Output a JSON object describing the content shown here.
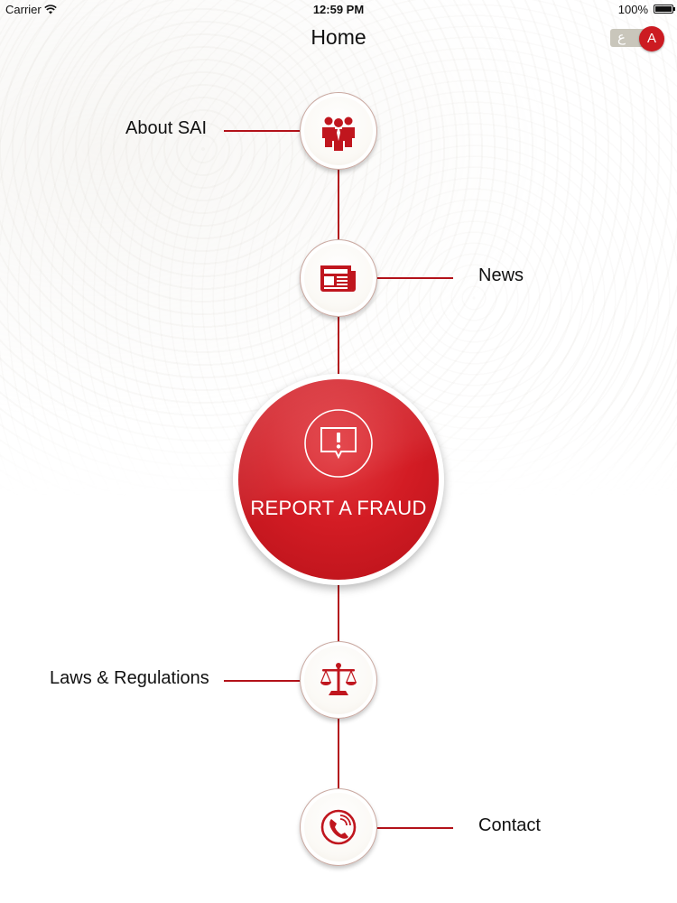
{
  "status_bar": {
    "carrier": "Carrier",
    "time": "12:59 PM",
    "battery": "100%"
  },
  "header": {
    "title": "Home",
    "language_toggle": {
      "left_label": "ع",
      "selected_label": "A"
    }
  },
  "menu": {
    "about": {
      "label": "About SAI",
      "icon": "people-icon"
    },
    "news": {
      "label": "News",
      "icon": "newspaper-icon"
    },
    "report": {
      "label": "REPORT A FRAUD",
      "icon": "alert-speech-bubble-icon"
    },
    "laws": {
      "label": "Laws & Regulations",
      "icon": "scales-icon"
    },
    "contact": {
      "label": "Contact",
      "icon": "phone-icon"
    }
  },
  "colors": {
    "accent": "#cc1b22",
    "line": "#b3121a",
    "toggle_track": "#c9c6bb"
  }
}
